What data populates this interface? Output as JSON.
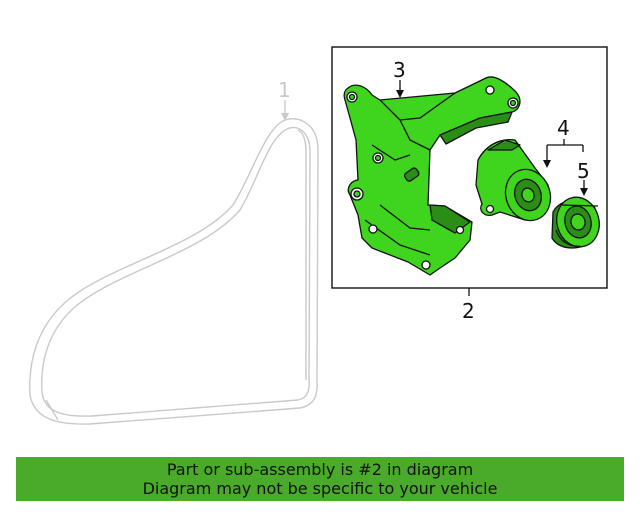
{
  "diagram": {
    "callouts": {
      "belt": "1",
      "assembly": "2",
      "bracket": "3",
      "tensioner": "4",
      "pulley": "5"
    },
    "colors": {
      "highlight": "#3fd51e",
      "highlight_dark": "#2a8d16",
      "ghost": "#c9c9c9",
      "outline": "#111111"
    }
  },
  "banner": {
    "line1": "Part or sub-assembly is #2 in diagram",
    "line2": "Diagram may not be specific to your vehicle",
    "color": "#4aaa2a"
  }
}
